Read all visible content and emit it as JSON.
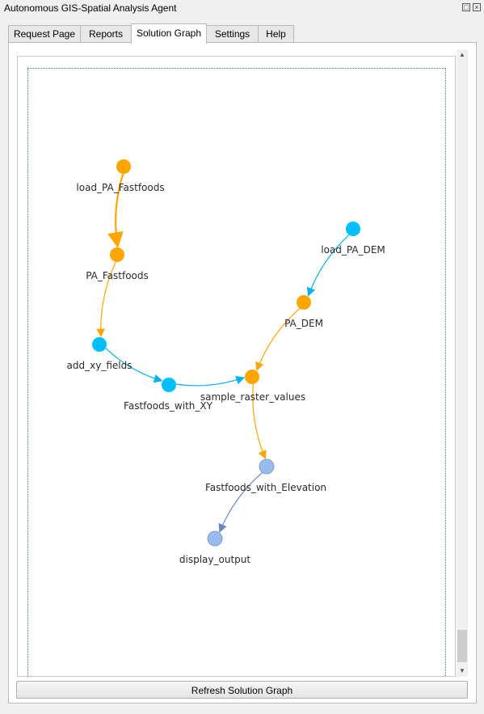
{
  "window": {
    "title": "Autonomous GIS-Spatial Analysis Agent",
    "float_icon": "float-icon",
    "close_icon": "close-icon"
  },
  "tabs": [
    {
      "label": "Request Page"
    },
    {
      "label": "Reports"
    },
    {
      "label": "Solution Graph",
      "active": true
    },
    {
      "label": "Settings"
    },
    {
      "label": "Help"
    }
  ],
  "graph": {
    "colors": {
      "operation": "#00bfff",
      "data": "#ffa500",
      "output": "#99bbee",
      "edge_operation": "#00b2ee",
      "edge_data": "#ffa500",
      "edge_output": "#6688bb"
    },
    "nodes": [
      {
        "id": "load_PA_Fastfoods",
        "label": "load_PA_Fastfoods",
        "type": "data"
      },
      {
        "id": "PA_Fastfoods",
        "label": "PA_Fastfoods",
        "type": "data"
      },
      {
        "id": "add_xy_fields",
        "label": "add_xy_fields",
        "type": "operation"
      },
      {
        "id": "Fastfoods_with_XY",
        "label": "Fastfoods_with_XY",
        "type": "operation"
      },
      {
        "id": "load_PA_DEM",
        "label": "load_PA_DEM",
        "type": "operation"
      },
      {
        "id": "PA_DEM",
        "label": "PA_DEM",
        "type": "data"
      },
      {
        "id": "sample_raster_values",
        "label": "sample_raster_values",
        "type": "data"
      },
      {
        "id": "Fastfoods_with_Elevation",
        "label": "Fastfoods_with_Elevation",
        "type": "output"
      },
      {
        "id": "display_output",
        "label": "display_output",
        "type": "output"
      }
    ],
    "edges": [
      {
        "from": "load_PA_Fastfoods",
        "to": "PA_Fastfoods",
        "type": "data"
      },
      {
        "from": "PA_Fastfoods",
        "to": "add_xy_fields",
        "type": "data"
      },
      {
        "from": "add_xy_fields",
        "to": "Fastfoods_with_XY",
        "type": "operation"
      },
      {
        "from": "Fastfoods_with_XY",
        "to": "sample_raster_values",
        "type": "operation"
      },
      {
        "from": "load_PA_DEM",
        "to": "PA_DEM",
        "type": "operation"
      },
      {
        "from": "PA_DEM",
        "to": "sample_raster_values",
        "type": "data"
      },
      {
        "from": "sample_raster_values",
        "to": "Fastfoods_with_Elevation",
        "type": "data"
      },
      {
        "from": "Fastfoods_with_Elevation",
        "to": "display_output",
        "type": "output"
      }
    ]
  },
  "buttons": {
    "refresh_label": "Refresh Solution Graph"
  }
}
